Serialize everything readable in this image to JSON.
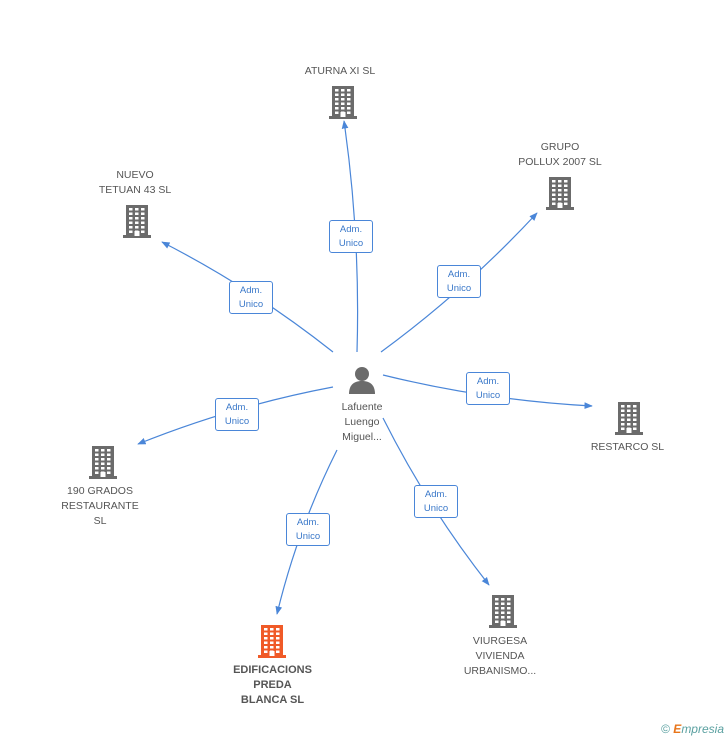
{
  "center": {
    "label": "Lafuente\nLuengo\nMiguel..."
  },
  "companies": [
    {
      "id": "aturna",
      "label": "ATURNA XI SL",
      "focus": false
    },
    {
      "id": "pollux",
      "label": "GRUPO\nPOLLUX 2007 SL",
      "focus": false
    },
    {
      "id": "nuevo",
      "label": "NUEVO\nTETUAN 43 SL",
      "focus": false
    },
    {
      "id": "restarco",
      "label": "RESTARCO SL",
      "focus": false
    },
    {
      "id": "grados",
      "label": "190 GRADOS\nRESTAURANTE\nSL",
      "focus": false
    },
    {
      "id": "viurgesa",
      "label": "VIURGESA\nVIVIENDA\nURBANISMO...",
      "focus": false
    },
    {
      "id": "edificacions",
      "label": "EDIFICACIONS\nPREDA\nBLANCA SL",
      "focus": true
    }
  ],
  "relations": [
    {
      "to": "aturna",
      "role": "Adm.\nUnico"
    },
    {
      "to": "pollux",
      "role": "Adm.\nUnico"
    },
    {
      "to": "nuevo",
      "role": "Adm.\nUnico"
    },
    {
      "to": "restarco",
      "role": "Adm.\nUnico"
    },
    {
      "to": "grados",
      "role": "Adm.\nUnico"
    },
    {
      "to": "viurgesa",
      "role": "Adm.\nUnico"
    },
    {
      "to": "edificacions",
      "role": "Adm.\nUnico"
    }
  ],
  "colors": {
    "edge": "#4a86d8",
    "building": "#6b6b6b",
    "focus_building": "#f05a28",
    "person": "#6b6b6b"
  },
  "footer": {
    "copyright": "©",
    "brand_first": "E",
    "brand_rest": "mpresia"
  }
}
